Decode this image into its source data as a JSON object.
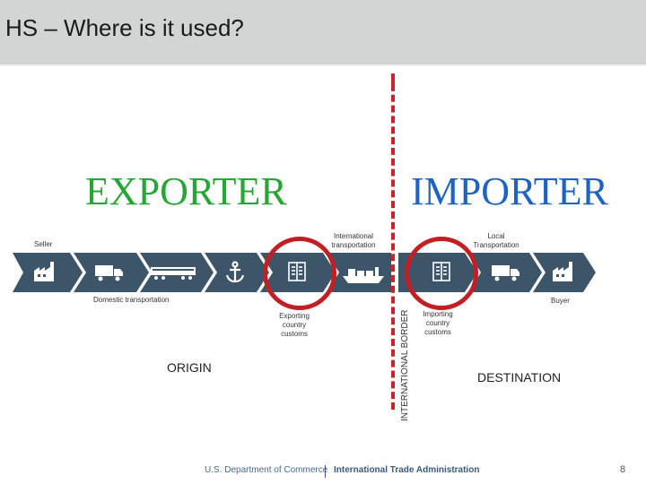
{
  "header": {
    "title": "HS – Where is it used?"
  },
  "sides": {
    "exporter": "EXPORTER",
    "importer": "IMPORTER"
  },
  "labels": {
    "seller": "Seller",
    "domestic_transportation": "Domestic transportation",
    "international_transportation_line1": "International",
    "international_transportation_line2": "transportation",
    "local_transportation_line1": "Local",
    "local_transportation_line2": "Transportation",
    "buyer": "Buyer",
    "exporting_customs_line1": "Exporting",
    "exporting_customs_line2": "country",
    "exporting_customs_line3": "customs",
    "importing_customs_line1": "Importing",
    "importing_customs_line2": "country",
    "importing_customs_line3": "customs",
    "border": "INTERNATIONAL BORDER",
    "origin": "ORIGIN",
    "destination": "DESTINATION"
  },
  "process_steps": [
    {
      "icon": "factory-icon"
    },
    {
      "icon": "truck-icon"
    },
    {
      "icon": "train-icon"
    },
    {
      "icon": "anchor-icon"
    },
    {
      "icon": "customs-document-icon"
    },
    {
      "icon": "cargo-ship-icon"
    },
    {
      "icon": "customs-document-icon"
    },
    {
      "icon": "truck-icon"
    },
    {
      "icon": "factory-icon"
    }
  ],
  "colors": {
    "exporter": "#27a535",
    "importer": "#1f63c2",
    "border_line": "#cc2229",
    "chevron": "#3d5568",
    "highlight_circle": "#c41e25"
  },
  "footer": {
    "department": "U.S. Department of Commerce",
    "agency": "International Trade Administration",
    "page": "8"
  }
}
